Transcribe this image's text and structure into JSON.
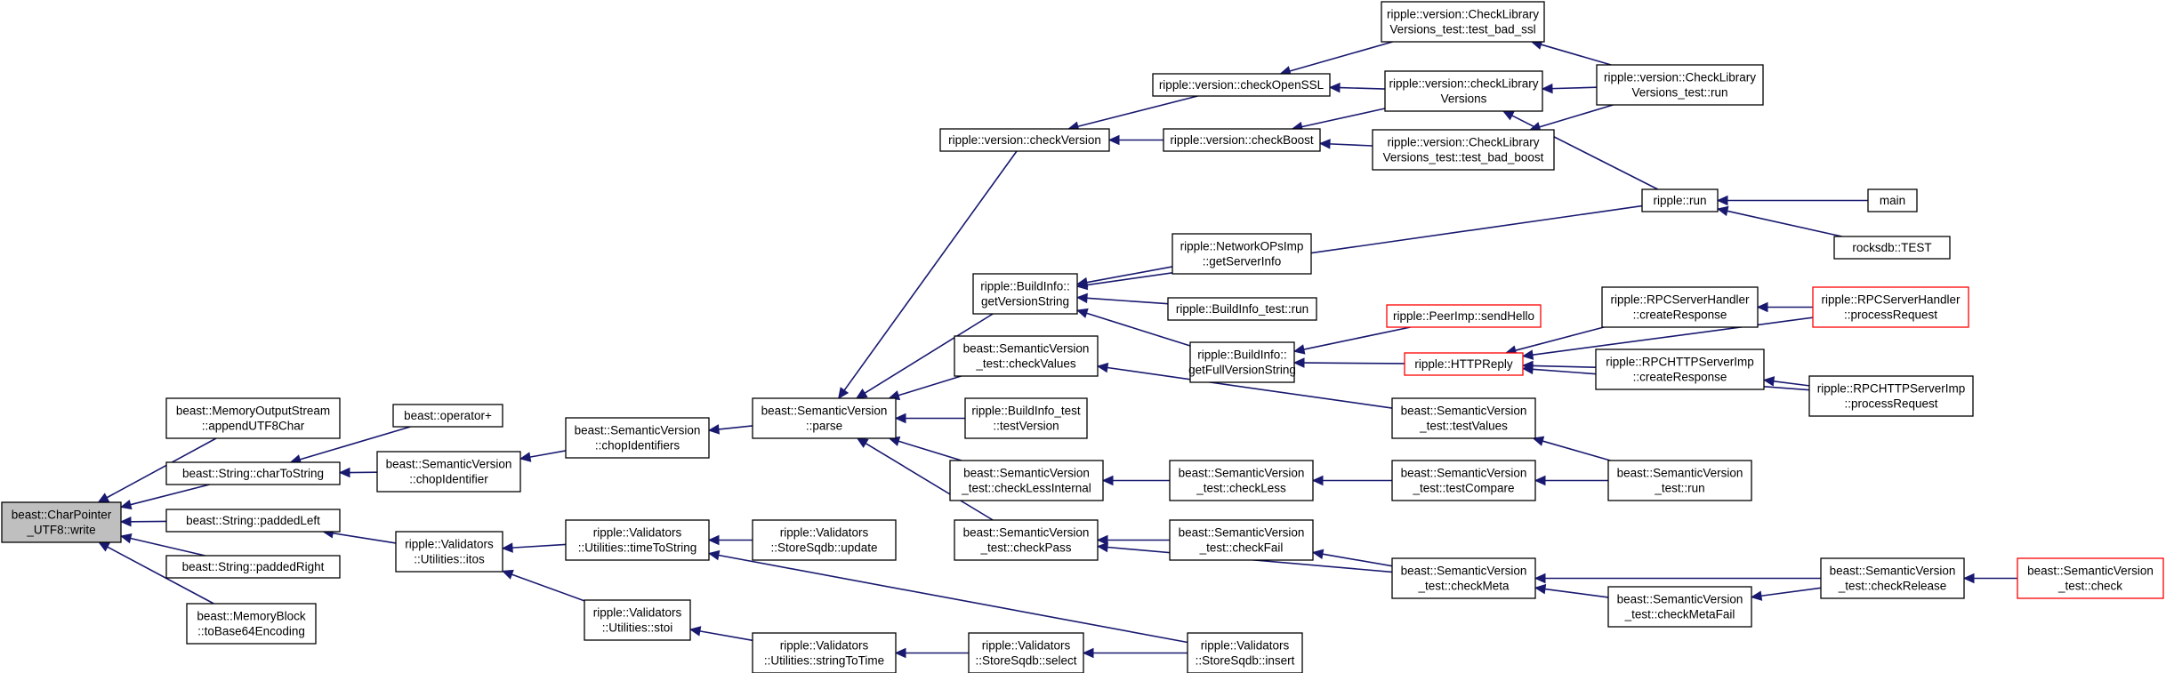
{
  "colors": {
    "edge": "#191970",
    "node_border": "#000000",
    "node_border_red": "#ff0000",
    "focus_fill": "#bfbfbf"
  },
  "nodes": [
    {
      "id": "cp_write",
      "lines": [
        "beast::CharPointer",
        "_UTF8::write"
      ],
      "style": "highlight"
    },
    {
      "id": "mos_append",
      "lines": [
        "beast::MemoryOutputStream",
        "::appendUTF8Char"
      ]
    },
    {
      "id": "str_chartostring",
      "lines": [
        "beast::String::charToString"
      ]
    },
    {
      "id": "str_paddedleft",
      "lines": [
        "beast::String::paddedLeft"
      ]
    },
    {
      "id": "str_paddedright",
      "lines": [
        "beast::String::paddedRight"
      ]
    },
    {
      "id": "mb_base64",
      "lines": [
        "beast::MemoryBlock",
        "::toBase64Encoding"
      ]
    },
    {
      "id": "op_plus",
      "lines": [
        "beast::operator+"
      ]
    },
    {
      "id": "sv_chopidentifier",
      "lines": [
        "beast::SemanticVersion",
        "::chopIdentifier"
      ]
    },
    {
      "id": "val_itos",
      "lines": [
        "ripple::Validators",
        "::Utilities::itos"
      ]
    },
    {
      "id": "sv_chopidentifiers",
      "lines": [
        "beast::SemanticVersion",
        "::chopIdentifiers"
      ]
    },
    {
      "id": "val_timetostring",
      "lines": [
        "ripple::Validators",
        "::Utilities::timeToString"
      ]
    },
    {
      "id": "val_stoi",
      "lines": [
        "ripple::Validators",
        "::Utilities::stoi"
      ]
    },
    {
      "id": "sv_parse",
      "lines": [
        "beast::SemanticVersion",
        "::parse"
      ]
    },
    {
      "id": "val_update",
      "lines": [
        "ripple::Validators",
        "::StoreSqdb::update"
      ]
    },
    {
      "id": "val_stringtotime",
      "lines": [
        "ripple::Validators",
        "::Utilities::stringToTime"
      ]
    },
    {
      "id": "rv_checkversion",
      "lines": [
        "ripple::version::checkVersion"
      ]
    },
    {
      "id": "bi_getversionstring",
      "lines": [
        "ripple::BuildInfo::",
        "getVersionString"
      ]
    },
    {
      "id": "svt_checkvalues",
      "lines": [
        "beast::SemanticVersion",
        "_test::checkValues"
      ]
    },
    {
      "id": "bit_testversion",
      "lines": [
        "ripple::BuildInfo_test",
        "::testVersion"
      ]
    },
    {
      "id": "svt_checklessinternal",
      "lines": [
        "beast::SemanticVersion",
        "_test::checkLessInternal"
      ]
    },
    {
      "id": "svt_checkpass",
      "lines": [
        "beast::SemanticVersion",
        "_test::checkPass"
      ]
    },
    {
      "id": "val_select",
      "lines": [
        "ripple::Validators",
        "::StoreSqdb::select"
      ]
    },
    {
      "id": "rv_checkopenssl",
      "lines": [
        "ripple::version::checkOpenSSL"
      ]
    },
    {
      "id": "rv_checkboost",
      "lines": [
        "ripple::version::checkBoost"
      ]
    },
    {
      "id": "nops_getserverinfo",
      "lines": [
        "ripple::NetworkOPsImp",
        "::getServerInfo"
      ]
    },
    {
      "id": "bit_run",
      "lines": [
        "ripple::BuildInfo_test::run"
      ]
    },
    {
      "id": "bi_getfullversionstring",
      "lines": [
        "ripple::BuildInfo::",
        "getFullVersionString"
      ]
    },
    {
      "id": "svt_checkless",
      "lines": [
        "beast::SemanticVersion",
        "_test::checkLess"
      ]
    },
    {
      "id": "svt_checkfail",
      "lines": [
        "beast::SemanticVersion",
        "_test::checkFail"
      ]
    },
    {
      "id": "val_insert",
      "lines": [
        "ripple::Validators",
        "::StoreSqdb::insert"
      ]
    },
    {
      "id": "rvt_badssl",
      "lines": [
        "ripple::version::CheckLibrary",
        "Versions_test::test_bad_ssl"
      ]
    },
    {
      "id": "rv_checklibversions",
      "lines": [
        "ripple::version::checkLibrary",
        "Versions"
      ]
    },
    {
      "id": "rvt_badboost",
      "lines": [
        "ripple::version::CheckLibrary",
        "Versions_test::test_bad_boost"
      ]
    },
    {
      "id": "peer_sendhello",
      "lines": [
        "ripple::PeerImp::sendHello"
      ],
      "style": "red"
    },
    {
      "id": "http_reply",
      "lines": [
        "ripple::HTTPReply"
      ],
      "style": "red"
    },
    {
      "id": "svt_testvalues",
      "lines": [
        "beast::SemanticVersion",
        "_test::testValues"
      ]
    },
    {
      "id": "svt_testcompare",
      "lines": [
        "beast::SemanticVersion",
        "_test::testCompare"
      ]
    },
    {
      "id": "svt_checkmeta",
      "lines": [
        "beast::SemanticVersion",
        "_test::checkMeta"
      ]
    },
    {
      "id": "svt_checkmetafail",
      "lines": [
        "beast::SemanticVersion",
        "_test::checkMetaFail"
      ]
    },
    {
      "id": "rvt_run",
      "lines": [
        "ripple::version::CheckLibrary",
        "Versions_test::run"
      ]
    },
    {
      "id": "ripple_run",
      "lines": [
        "ripple::run"
      ]
    },
    {
      "id": "rpcsh_createresponse",
      "lines": [
        "ripple::RPCServerHandler",
        "::createResponse"
      ]
    },
    {
      "id": "rpchttp_createresponse",
      "lines": [
        "ripple::RPCHTTPServerImp",
        "::createResponse"
      ]
    },
    {
      "id": "svt_run",
      "lines": [
        "beast::SemanticVersion",
        "_test::run"
      ]
    },
    {
      "id": "svt_checkrelease",
      "lines": [
        "beast::SemanticVersion",
        "_test::checkRelease"
      ]
    },
    {
      "id": "main",
      "lines": [
        "main"
      ]
    },
    {
      "id": "rocksdb_test",
      "lines": [
        "rocksdb::TEST"
      ]
    },
    {
      "id": "rpcsh_processrequest",
      "lines": [
        "ripple::RPCServerHandler",
        "::processRequest"
      ],
      "style": "red"
    },
    {
      "id": "rpchttp_processrequest",
      "lines": [
        "ripple::RPCHTTPServerImp",
        "::processRequest"
      ]
    },
    {
      "id": "svt_check",
      "lines": [
        "beast::SemanticVersion",
        "_test::check"
      ],
      "style": "red"
    }
  ]
}
